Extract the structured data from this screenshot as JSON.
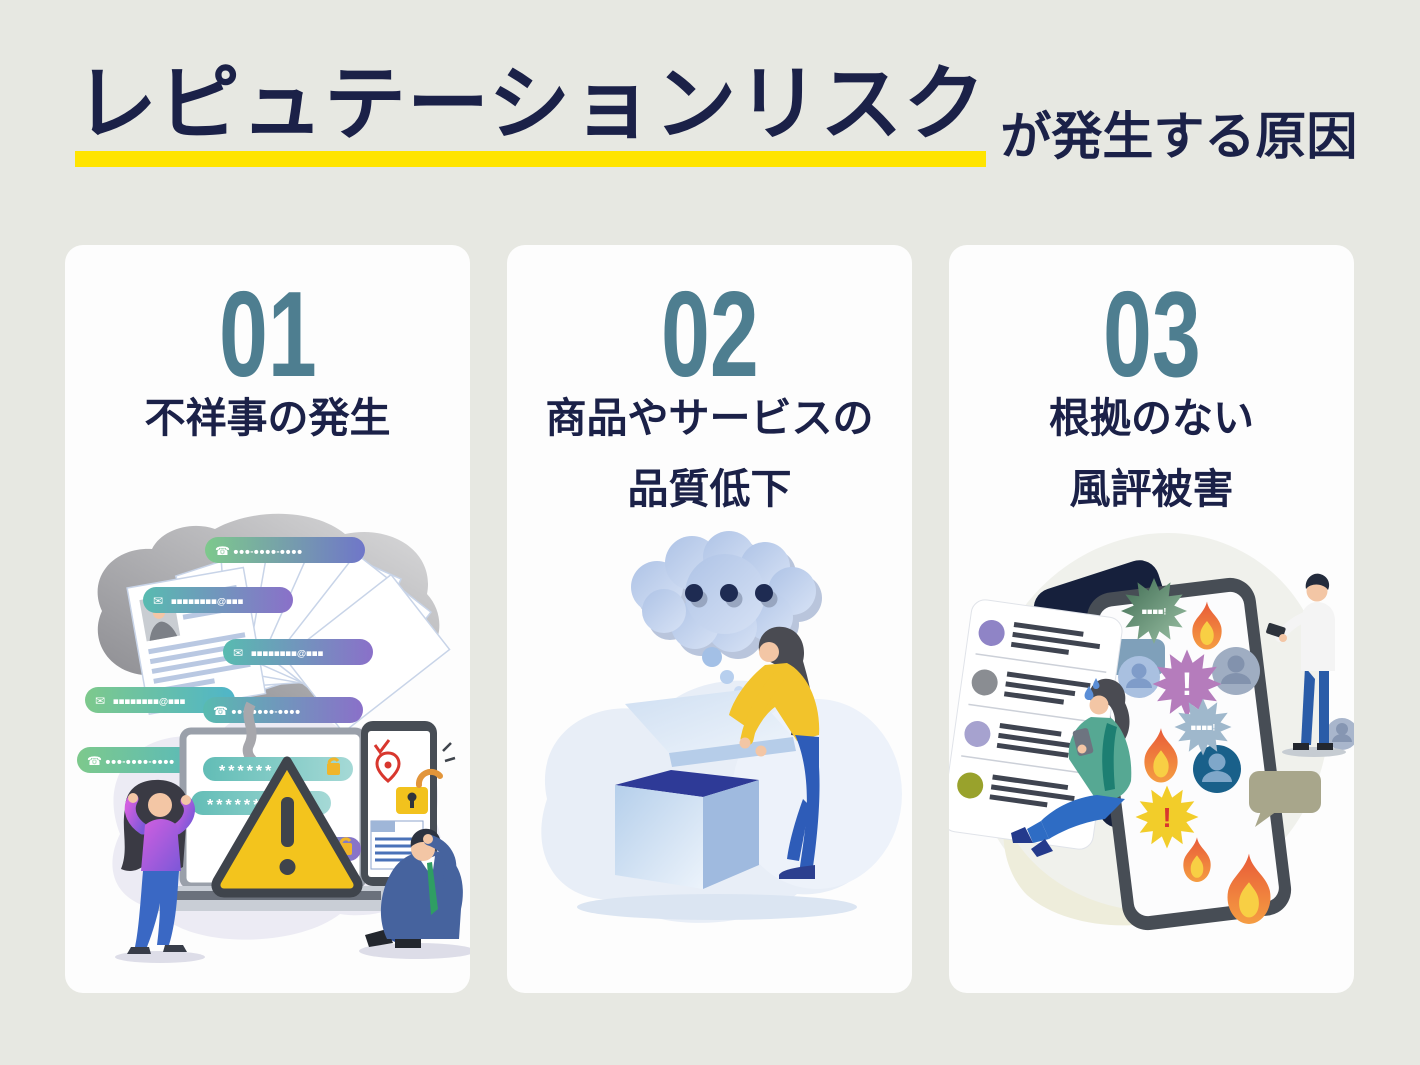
{
  "page": {
    "background_color": "#e7e8e2",
    "title": {
      "main": "レピュテーションリスク",
      "suffix": "が発生する原因",
      "text_color": "#1b2148",
      "underline_color": "#ffe400"
    },
    "accent": {
      "card_background": "#fdfdfd",
      "number_color": "#4e7e90"
    },
    "cards": [
      {
        "number": "01",
        "title_lines": [
          "不祥事の発生"
        ],
        "illustration": "personal-data-leak"
      },
      {
        "number": "02",
        "title_lines": [
          "商品やサービスの",
          "品質低下"
        ],
        "illustration": "empty-box-quality-decline"
      },
      {
        "number": "03",
        "title_lines": [
          "根拠のない",
          "風評被害"
        ],
        "illustration": "sns-flaming-rumors"
      }
    ],
    "illustrations": {
      "card1": {
        "phone_icon": "☎",
        "email_icon": "✉",
        "phone_pill_text": "●●●-●●●●-●●●●",
        "email_pill_text": "■■■■■■■■@■■■",
        "password_text": "******"
      },
      "card2": {
        "thought_dots": "..."
      },
      "card3": {
        "censored_comment_text": "■■■■!",
        "alert_mark": "!"
      }
    }
  }
}
